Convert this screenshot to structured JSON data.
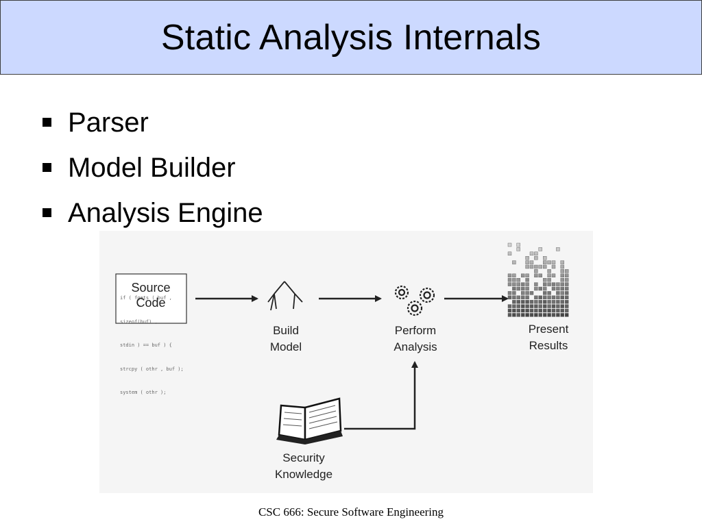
{
  "title": "Static Analysis Internals",
  "bullets": [
    "Parser",
    "Model Builder",
    "Analysis Engine"
  ],
  "diagram": {
    "source_code_label": [
      "Source",
      "Code"
    ],
    "source_code_lines": [
      "if ( fgets ( buf ,",
      "sizeof(buf) ,",
      "stdin ) == buf ) {",
      "strcpy ( othr , buf );",
      "system ( othr );"
    ],
    "build_model_label": [
      "Build",
      "Model"
    ],
    "perform_analysis_label": [
      "Perform",
      "Analysis"
    ],
    "present_results_label": [
      "Present",
      "Results"
    ],
    "security_knowledge_label": [
      "Security",
      "Knowledge"
    ]
  },
  "footer": "CSC 666: Secure Software Engineering"
}
